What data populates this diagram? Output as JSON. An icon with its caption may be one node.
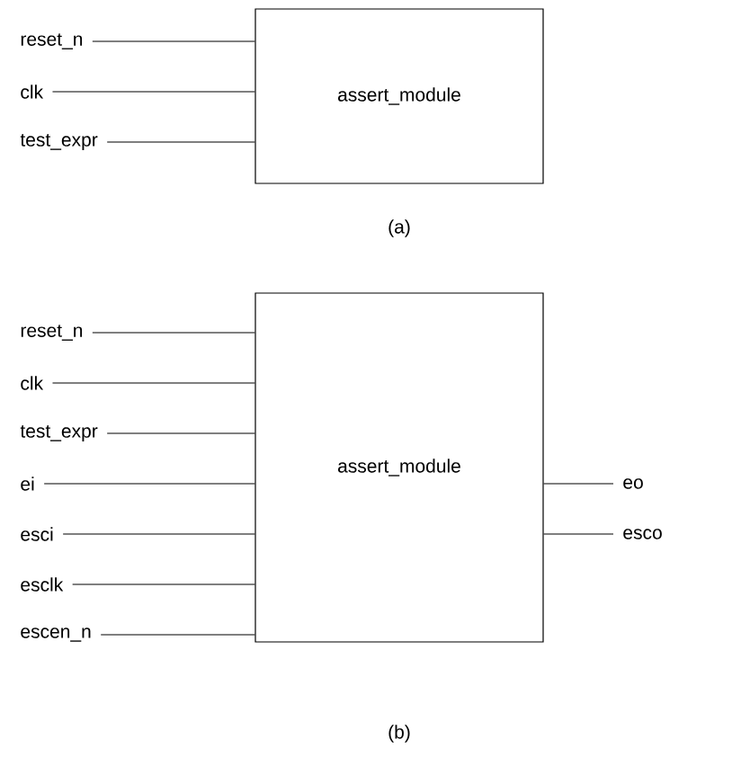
{
  "diagram": {
    "nodes": [
      {
        "text": [
          "assert_module"
        ]
      },
      {
        "text": [
          "reset_n"
        ]
      },
      {
        "text": [
          "clk"
        ]
      },
      {
        "text": [
          "test_expr"
        ]
      },
      {
        "text": [
          "assert_module"
        ]
      },
      {
        "text": [
          "reset_n"
        ]
      },
      {
        "text": [
          "clk"
        ]
      },
      {
        "text": [
          "test_expr"
        ]
      },
      {
        "text": [
          "ei"
        ]
      },
      {
        "text": [
          "esci"
        ]
      },
      {
        "text": [
          "esclk"
        ]
      },
      {
        "text": [
          "escen_n"
        ]
      },
      {
        "text": [
          "eo"
        ]
      },
      {
        "text": [
          "esco"
        ]
      }
    ],
    "edges": [
      {
        "from": 1,
        "to": 0,
        "arrow": "none"
      },
      {
        "from": 2,
        "to": 0,
        "arrow": "none"
      },
      {
        "from": 3,
        "to": 0,
        "arrow": "none"
      },
      {
        "from": 5,
        "to": 4,
        "arrow": "none"
      },
      {
        "from": 6,
        "to": 4,
        "arrow": "none"
      },
      {
        "from": 7,
        "to": 4,
        "arrow": "none"
      },
      {
        "from": 8,
        "to": 4,
        "arrow": "none"
      },
      {
        "from": 9,
        "to": 4,
        "arrow": "none"
      },
      {
        "from": 10,
        "to": 4,
        "arrow": "none"
      },
      {
        "from": 11,
        "to": 4,
        "arrow": "none"
      },
      {
        "from": 4,
        "to": 12,
        "arrow": "none"
      },
      {
        "from": 4,
        "to": 13,
        "arrow": "none"
      }
    ],
    "labels": [
      "(a)",
      "(b)"
    ]
  }
}
